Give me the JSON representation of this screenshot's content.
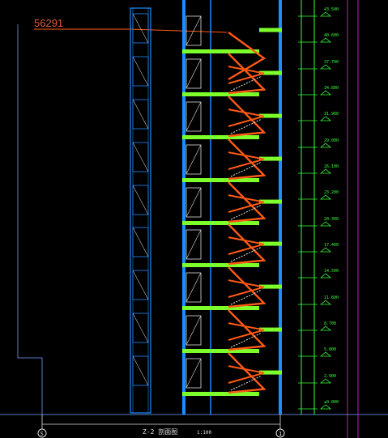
{
  "annotation": {
    "text": "56291",
    "color": "#e05a3a"
  },
  "section_title": {
    "text": "Z-2  剖面图",
    "scale": "1:100",
    "color": "#e0e0e0"
  },
  "axis_markers": [
    {
      "text": "S"
    },
    {
      "text": "1"
    }
  ],
  "colors": {
    "background": "#000000",
    "wall": "#1e8cff",
    "slab": "#7cff2a",
    "stair_flight": "#ff5a14",
    "stair_rail": "#e8e8e8",
    "dimension": "#3cff3c",
    "boundary": "#c020c0",
    "outline": "#5a7cc8"
  },
  "elevation_labels": [
    "43.500",
    "40.600",
    "37.700",
    "34.800",
    "31.900",
    "29.000",
    "26.100",
    "23.200",
    "20.300",
    "17.400",
    "14.500",
    "11.600",
    "8.700",
    "5.800",
    "2.900",
    "±0.000"
  ],
  "floor_count": 9
}
